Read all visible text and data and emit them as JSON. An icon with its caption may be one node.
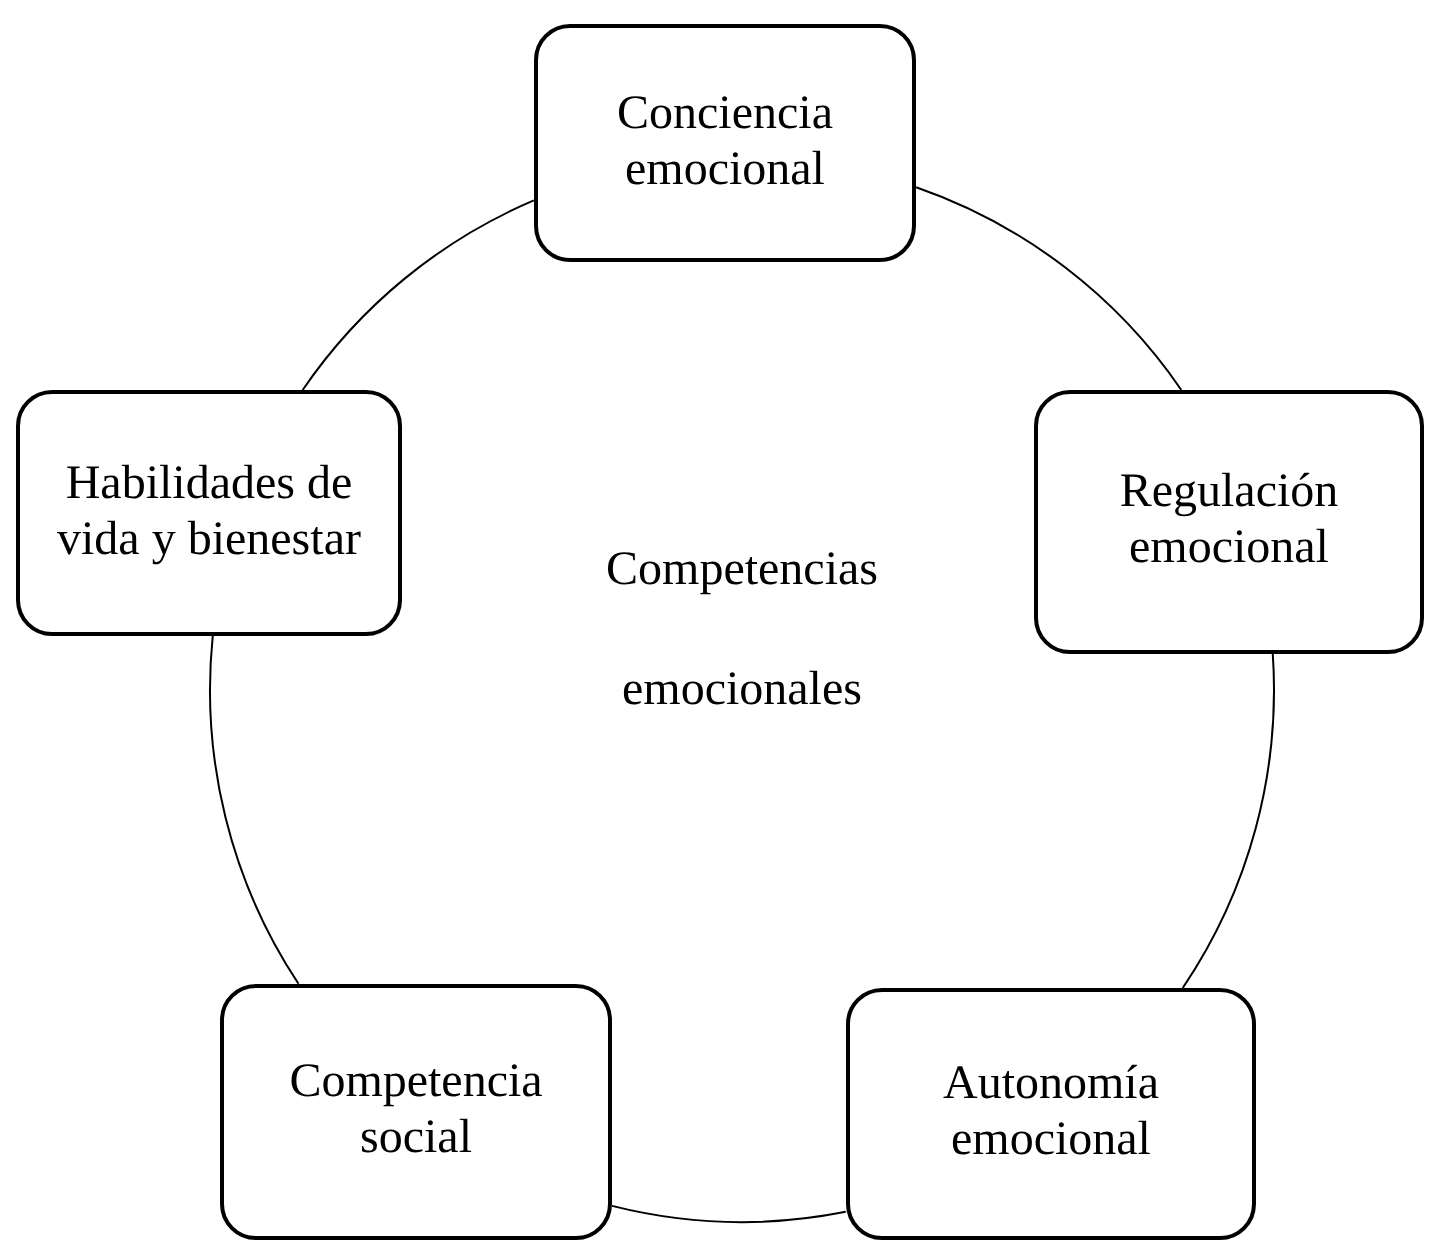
{
  "diagram": {
    "nodes": [
      {
        "text": [
          "Conciencia emocional"
        ]
      },
      {
        "text": [
          "Habilidades de vida y bienestar"
        ]
      },
      {
        "text": [
          "Regulación emocional"
        ]
      },
      {
        "text": [
          "Competencia social"
        ]
      },
      {
        "text": [
          "Autonomía emocional"
        ]
      }
    ],
    "edges": [
      {
        "from": 0,
        "to": 2,
        "arrow": "none"
      },
      {
        "from": 2,
        "to": 4,
        "arrow": "none"
      },
      {
        "from": 4,
        "to": 3,
        "arrow": "none"
      },
      {
        "from": 3,
        "to": 1,
        "arrow": "none"
      },
      {
        "from": 1,
        "to": 0,
        "arrow": "none"
      }
    ],
    "labels": [
      "Competencias emocionales"
    ]
  }
}
